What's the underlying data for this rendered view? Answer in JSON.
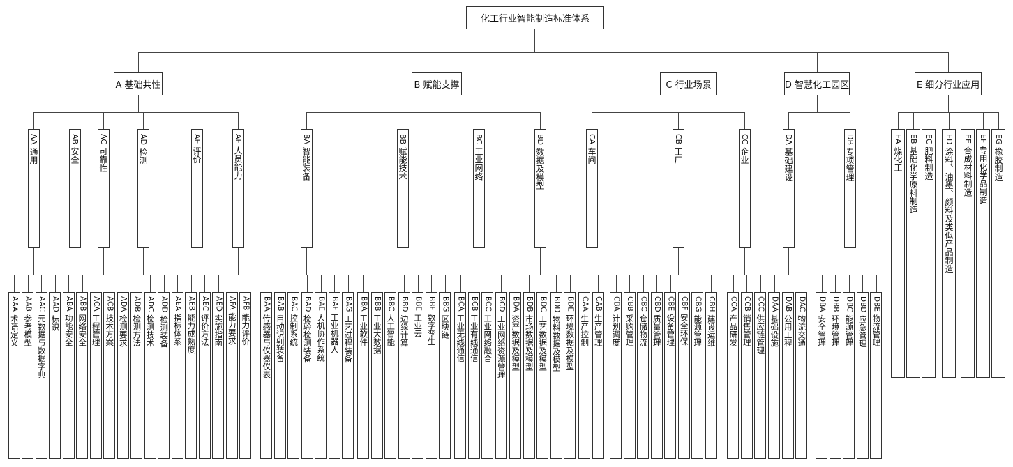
{
  "root": {
    "label": "化工行业智能制造标准体系"
  },
  "categories": [
    {
      "code": "A",
      "label": "A 基础共性",
      "children": [
        {
          "code": "AA",
          "name": "通用",
          "leaves": [
            {
              "code": "AAA",
              "name": "术语定义"
            },
            {
              "code": "AAB",
              "name": "参考模型"
            },
            {
              "code": "AAC",
              "name": "元数据与数据字典"
            },
            {
              "code": "AAD",
              "name": "标识"
            }
          ]
        },
        {
          "code": "AB",
          "name": "安全",
          "leaves": [
            {
              "code": "ABA",
              "name": "功能安全"
            },
            {
              "code": "ABB",
              "name": "网络安全"
            }
          ]
        },
        {
          "code": "AC",
          "name": "可靠性",
          "leaves": [
            {
              "code": "ACA",
              "name": "工程管理"
            },
            {
              "code": "ACB",
              "name": "技术方案"
            }
          ]
        },
        {
          "code": "AD",
          "name": "检测",
          "leaves": [
            {
              "code": "ADA",
              "name": "检测要求"
            },
            {
              "code": "ADB",
              "name": "检测方法"
            },
            {
              "code": "ADC",
              "name": "检测技术"
            },
            {
              "code": "ADD",
              "name": "检测装备"
            }
          ]
        },
        {
          "code": "AE",
          "name": "评价",
          "leaves": [
            {
              "code": "AEA",
              "name": "指标体系"
            },
            {
              "code": "AEB",
              "name": "能力成熟度"
            },
            {
              "code": "AEC",
              "name": "评价方法"
            },
            {
              "code": "AED",
              "name": "实施指南"
            }
          ]
        },
        {
          "code": "AF",
          "name": "人员能力",
          "leaves": [
            {
              "code": "AFA",
              "name": "能力要求"
            },
            {
              "code": "AFB",
              "name": "能力评价"
            }
          ]
        }
      ]
    },
    {
      "code": "B",
      "label": "B 赋能支撑",
      "children": [
        {
          "code": "BA",
          "name": "智能装备",
          "leaves": [
            {
              "code": "BAA",
              "name": "传感器与仪器仪表"
            },
            {
              "code": "BAB",
              "name": "自动识别装备"
            },
            {
              "code": "BAC",
              "name": "控制系统"
            },
            {
              "code": "BAD",
              "name": "检验检测装备"
            },
            {
              "code": "BAE",
              "name": "人机协作系统"
            },
            {
              "code": "BAF",
              "name": "工业机器人"
            },
            {
              "code": "BAG",
              "name": "工艺过程装备"
            }
          ]
        },
        {
          "code": "BB",
          "name": "赋能技术",
          "leaves": [
            {
              "code": "BBA",
              "name": "工业软件"
            },
            {
              "code": "BBB",
              "name": "工业大数据"
            },
            {
              "code": "BBC",
              "name": "人工智能"
            },
            {
              "code": "BBD",
              "name": "边缘计算"
            },
            {
              "code": "BBE",
              "name": "工业云"
            },
            {
              "code": "BBF",
              "name": "数字孪生"
            },
            {
              "code": "BBG",
              "name": "区块链"
            }
          ]
        },
        {
          "code": "BC",
          "name": "工业网络",
          "leaves": [
            {
              "code": "BCA",
              "name": "工业无线通信"
            },
            {
              "code": "BCB",
              "name": "工业有线通信"
            },
            {
              "code": "BCC",
              "name": "工业网络融合"
            },
            {
              "code": "BCD",
              "name": "工业网络资源管理"
            }
          ]
        },
        {
          "code": "BD",
          "name": "数据及模型",
          "leaves": [
            {
              "code": "BDA",
              "name": "资产数据及模型"
            },
            {
              "code": "BDB",
              "name": "市场数据及模型"
            },
            {
              "code": "BDC",
              "name": "工艺数据及模型"
            },
            {
              "code": "BDD",
              "name": "物料数据及模型"
            },
            {
              "code": "BDE",
              "name": "环境数据及模型"
            }
          ]
        }
      ]
    },
    {
      "code": "C",
      "label": "C 行业场景",
      "children": [
        {
          "code": "CA",
          "name": "车间",
          "leaves": [
            {
              "code": "CAA",
              "name": "生产控制"
            },
            {
              "code": "CAB",
              "name": "生产管理"
            }
          ]
        },
        {
          "code": "CB",
          "name": "工厂",
          "leaves": [
            {
              "code": "CBA",
              "name": "计划调度"
            },
            {
              "code": "CBB",
              "name": "采购管理"
            },
            {
              "code": "CBC",
              "name": "仓储物流"
            },
            {
              "code": "CBD",
              "name": "质量管理"
            },
            {
              "code": "CBE",
              "name": "设备管理"
            },
            {
              "code": "CBF",
              "name": "安全环保"
            },
            {
              "code": "CBG",
              "name": "能源管理"
            },
            {
              "code": "CBH",
              "name": "建设运维"
            }
          ]
        },
        {
          "code": "CC",
          "name": "企业",
          "leaves": [
            {
              "code": "CCA",
              "name": "产品研发"
            },
            {
              "code": "CCB",
              "name": "销售管理"
            },
            {
              "code": "CCC",
              "name": "供应链管理"
            }
          ]
        }
      ]
    },
    {
      "code": "D",
      "label": "D 智慧化工园区",
      "children": [
        {
          "code": "DA",
          "name": "基础建设",
          "leaves": [
            {
              "code": "DAA",
              "name": "基础设施"
            },
            {
              "code": "DAB",
              "name": "公用工程"
            },
            {
              "code": "DAC",
              "name": "物流交通"
            }
          ]
        },
        {
          "code": "DB",
          "name": "专项管理",
          "leaves": [
            {
              "code": "DBA",
              "name": "安全管理"
            },
            {
              "code": "DBB",
              "name": "环境管理"
            },
            {
              "code": "DBC",
              "name": "能源管理"
            },
            {
              "code": "DBD",
              "name": "应急管理"
            },
            {
              "code": "DBE",
              "name": "物流管理"
            }
          ]
        }
      ]
    },
    {
      "code": "E",
      "label": "E 细分行业应用",
      "children": [
        {
          "code": "EA",
          "name": "煤化工",
          "leaves": []
        },
        {
          "code": "EB",
          "name": "基础化学原料制造",
          "leaves": []
        },
        {
          "code": "EC",
          "name": "肥料制造",
          "leaves": []
        },
        {
          "code": "ED",
          "name": "涂料、油墨、颜料及类似产品制造",
          "leaves": []
        },
        {
          "code": "EE",
          "name": "合成材料制造",
          "leaves": []
        },
        {
          "code": "EF",
          "name": "专用化学品制造",
          "leaves": []
        },
        {
          "code": "EG",
          "name": "橡胶制造",
          "leaves": []
        }
      ]
    }
  ]
}
